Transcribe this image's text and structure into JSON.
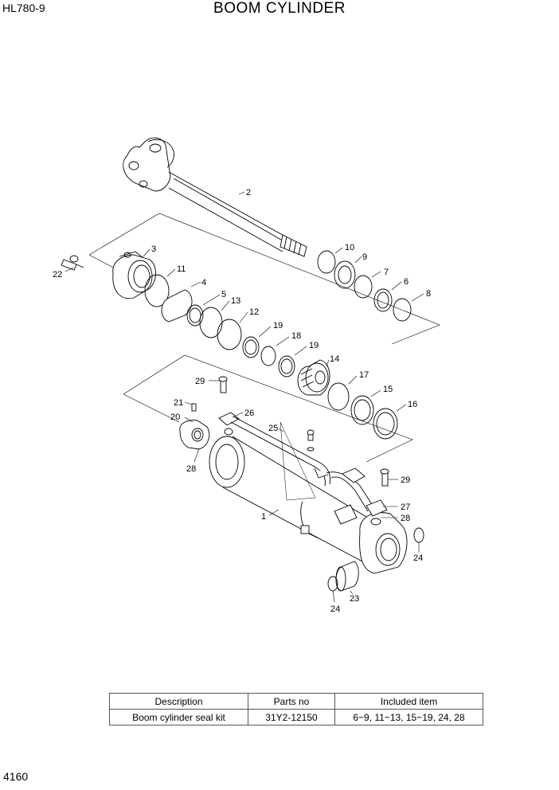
{
  "header": {
    "model": "HL780-9",
    "title": "BOOM CYLINDER"
  },
  "page_number": "4160",
  "callouts": [
    "2",
    "3",
    "22",
    "10",
    "9",
    "11",
    "4",
    "7",
    "5",
    "13",
    "6",
    "8",
    "12",
    "19",
    "18",
    "19",
    "14",
    "17",
    "15",
    "16",
    "29",
    "21",
    "26",
    "20",
    "25",
    "28",
    "1",
    "29",
    "27",
    "28",
    "24",
    "23",
    "24"
  ],
  "kit_table": {
    "headers": [
      "Description",
      "Parts no",
      "Included item"
    ],
    "rows": [
      [
        "Boom cylinder seal kit",
        "31Y2-12150",
        "6~9, 11~13, 15~19, 24, 28"
      ]
    ]
  }
}
